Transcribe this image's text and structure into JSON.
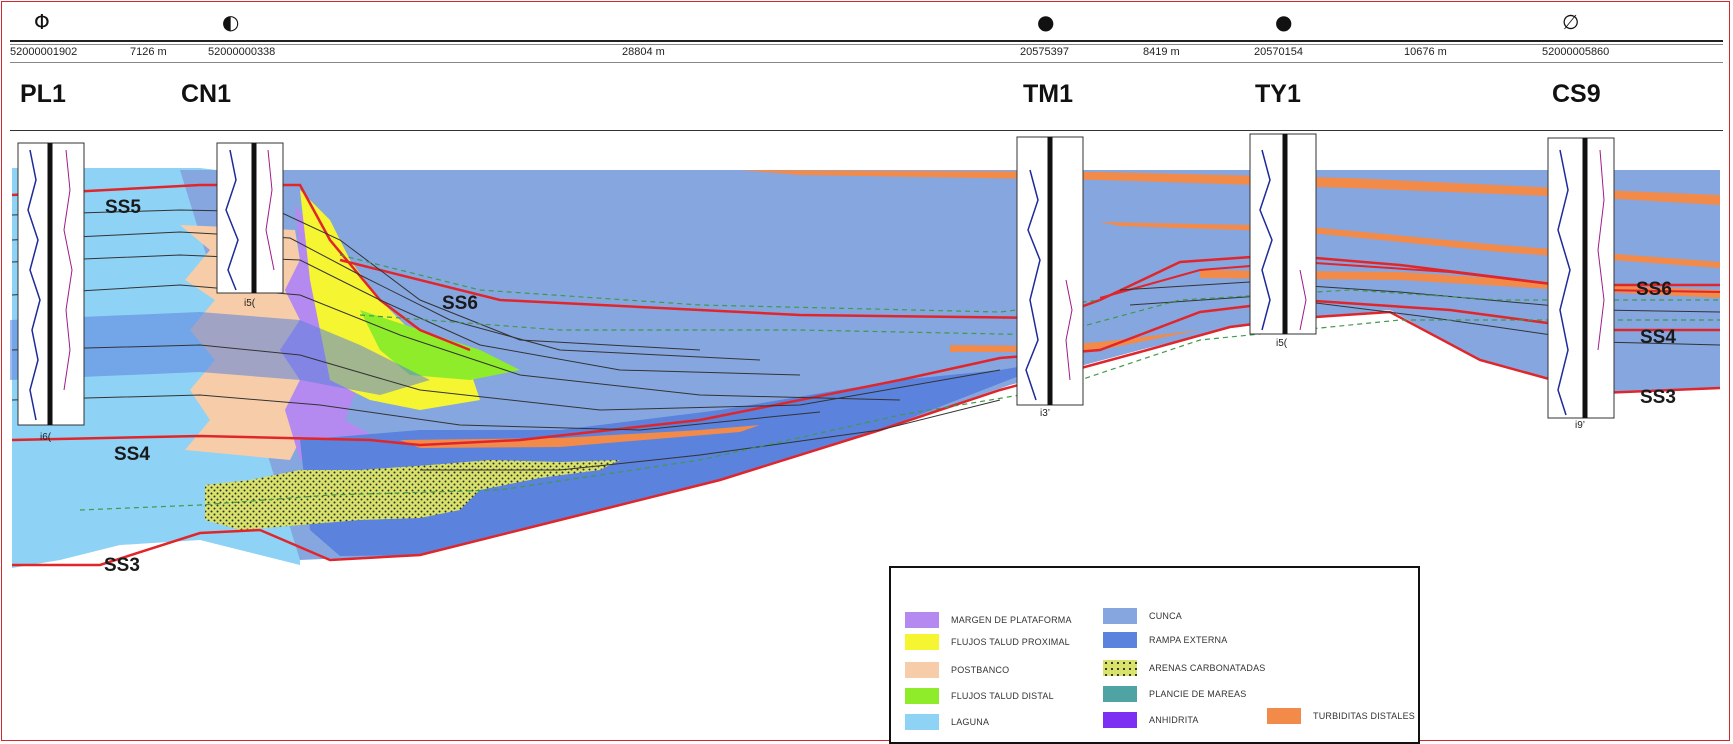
{
  "wells": [
    {
      "icon": "Φ",
      "icon_name": "well-symbol-phi-icon",
      "id": "52000001902",
      "name": "PL1"
    },
    {
      "icon": "◐",
      "icon_name": "well-symbol-half-circle-icon",
      "id": "52000000338",
      "name": "CN1"
    },
    {
      "icon": "●",
      "icon_name": "well-symbol-filled-circle-icon",
      "id": "20575397",
      "name": "TM1"
    },
    {
      "icon": "●",
      "icon_name": "well-symbol-filled-circle-icon",
      "id": "20570154",
      "name": "TY1"
    },
    {
      "icon": "∅",
      "icon_name": "well-symbol-crossed-circle-icon",
      "id": "52000005860",
      "name": "CS9"
    }
  ],
  "distances": [
    "7126 m",
    "28804 m",
    "8419 m",
    "10676 m"
  ],
  "well_depth_labels": [
    "i6(",
    "i5(",
    "i3’",
    "i5(",
    "i9’"
  ],
  "sequences": {
    "ss5": "SS5",
    "ss6": "SS6",
    "ss4": "SS4",
    "ss3": "SS3"
  },
  "legend": {
    "items": [
      {
        "label": "MARGEN DE PLATAFORMA",
        "color": "#b48af0"
      },
      {
        "label": "FLUJOS TALUD PROXIMAL",
        "color": "#f6f532"
      },
      {
        "label": "POSTBANCO",
        "color": "#f6cda8"
      },
      {
        "label": "FLUJOS TALUD DISTAL",
        "color": "#8fec2a"
      },
      {
        "label": "LAGUNA",
        "color": "#8ed2f5"
      },
      {
        "label": "CUNCA",
        "color": "#86a6e0"
      },
      {
        "label": "RAMPA EXTERNA",
        "color": "#5b82dc"
      },
      {
        "label": "ARENAS CARBONATADAS",
        "color": "#d9e26a"
      },
      {
        "label": "PLANCIE DE MAREAS",
        "color": "#4fa3a3"
      },
      {
        "label": "ANHIDRITA",
        "color": "#7c2ef2"
      },
      {
        "label": "TURBIDITAS DISTALES",
        "color": "#f28a4a"
      }
    ]
  },
  "colors": {
    "frame": "#d9262c",
    "sequence_boundary": "#e0262a",
    "correlation_dashed": "#3f9a4a",
    "log_curve": "#1e2a9a"
  }
}
